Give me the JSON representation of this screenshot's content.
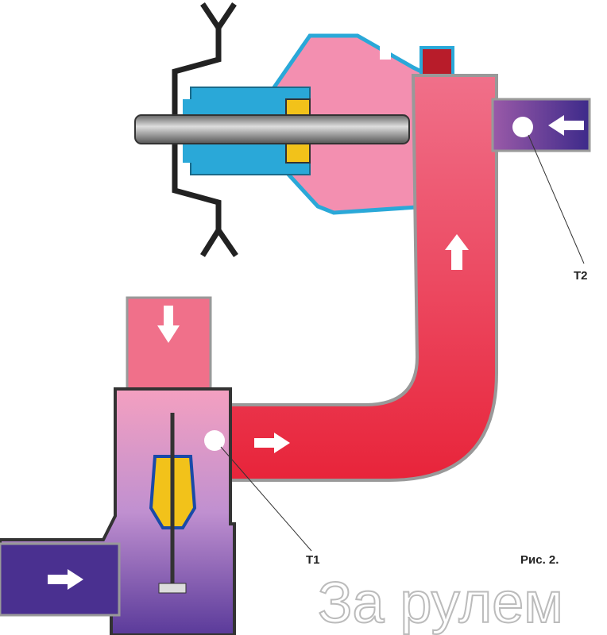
{
  "diagram": {
    "labels": {
      "t1": "T1",
      "t2": "T2",
      "caption": "Рис. 2."
    },
    "watermark": "За рулем",
    "colors": {
      "hot": "#e8243a",
      "warm": "#f07a96",
      "cold": "#5a3a9a",
      "housing_edge": "#2aa8d8",
      "shaft": "#8a8a8a",
      "thermo": "#f2c21a"
    }
  }
}
